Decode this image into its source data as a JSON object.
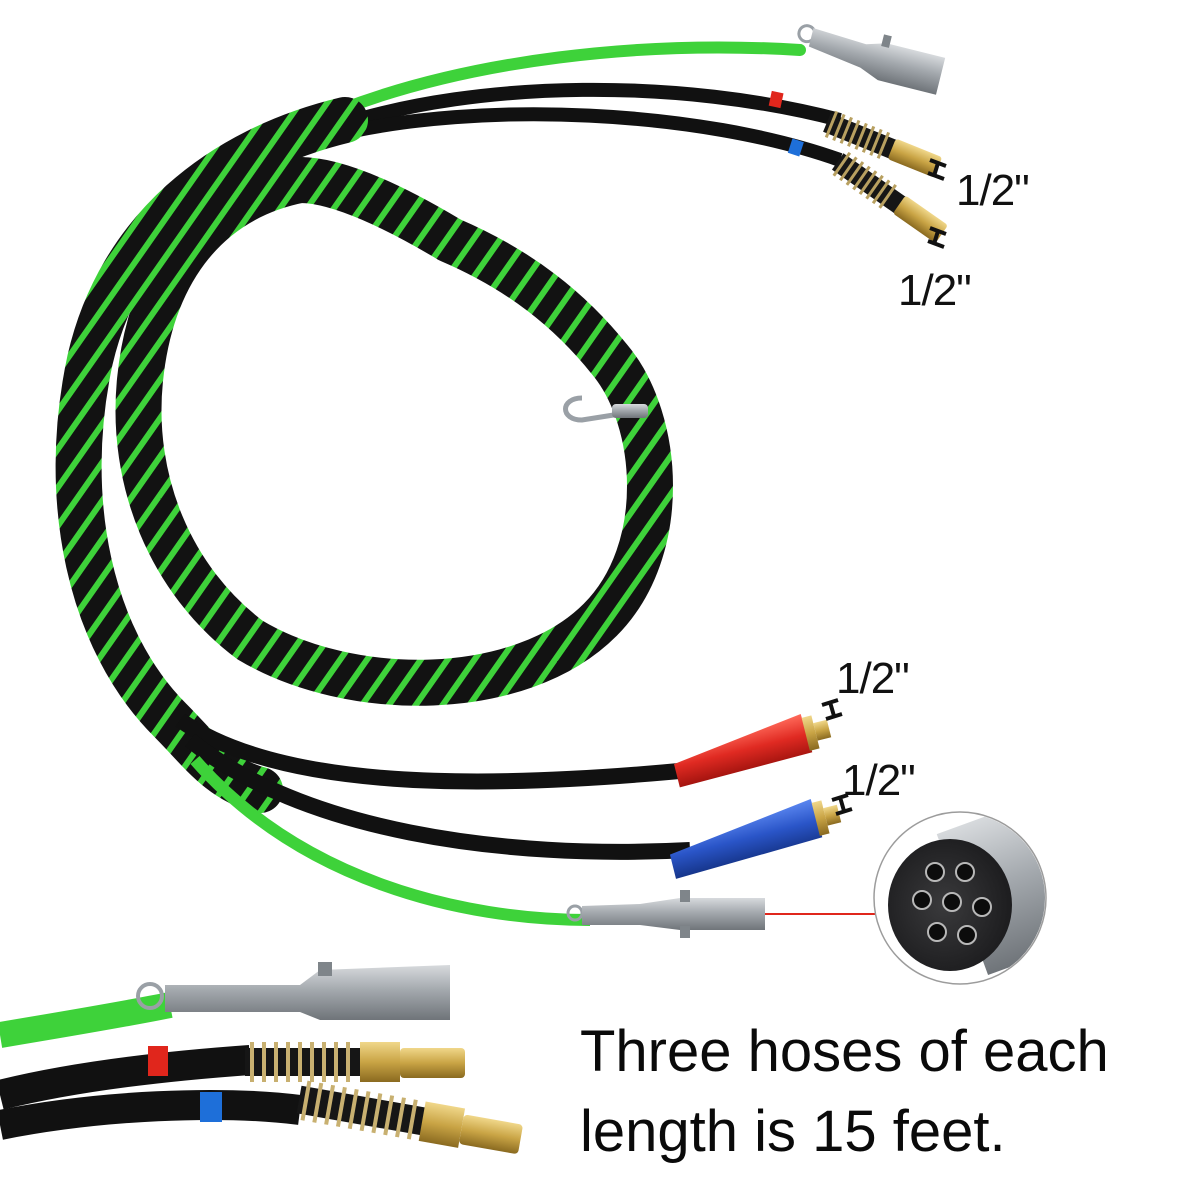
{
  "product": {
    "description": "3-in-1 air/electrical trailer hose assembly with spiral wrap",
    "hose_colors": {
      "electrical_cable": "#3ed23a",
      "air_hose": "#111111",
      "spiral_wrap": "#141414",
      "service_marker": "#e0261c",
      "emergency_marker": "#1e6fd9",
      "service_handle": "#e02a22",
      "emergency_handle": "#2a55c8",
      "brass_fitting": "#c9a445",
      "plug_metal": "#a9adb2"
    }
  },
  "labels": {
    "top_fitting_1": "1/2\"",
    "top_fitting_2": "1/2\"",
    "red_gladhand": "1/2\"",
    "blue_gladhand": "1/2\""
  },
  "caption": {
    "line1": "Three hoses of each",
    "line2": "length is 15 feet."
  },
  "callout": {
    "subject": "7-pin plug face",
    "pin_count": 7,
    "pointer_color": "#e0261c"
  }
}
